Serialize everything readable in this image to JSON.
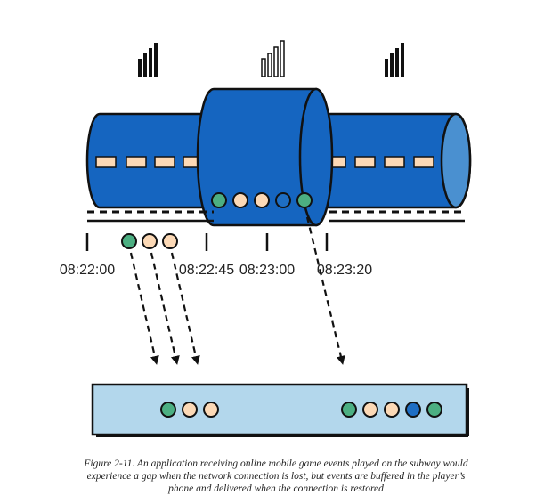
{
  "figure": {
    "timestamps": [
      "08:22:00",
      "08:22:45",
      "08:23:00",
      "08:23:20"
    ],
    "signal_bars": [
      {
        "strength": "full"
      },
      {
        "strength": "none"
      },
      {
        "strength": "full"
      }
    ],
    "buffered_event_colors": [
      "green",
      "peach",
      "peach"
    ],
    "restored_event_colors": [
      "green",
      "peach",
      "peach",
      "blue",
      "green"
    ],
    "received_events": {
      "first_group": [
        "green",
        "peach",
        "peach"
      ],
      "second_group": [
        "green",
        "peach",
        "peach",
        "blue",
        "green"
      ]
    },
    "colors": {
      "pipe_blue": "#1565c0",
      "pipe_highlight": "#4a90d0",
      "event_green": "#4caf82",
      "event_peach": "#fcd9b6",
      "event_blue": "#1e6ec4",
      "receiver_fill": "#b3d7ec"
    }
  },
  "caption": {
    "line1": "Figure 2-11. An application receiving online mobile game events played on the subway would",
    "line2": "experience a gap when the network connection is lost, but events are buffered in the player’s",
    "line3": "phone and delivered when the connection is restored"
  }
}
